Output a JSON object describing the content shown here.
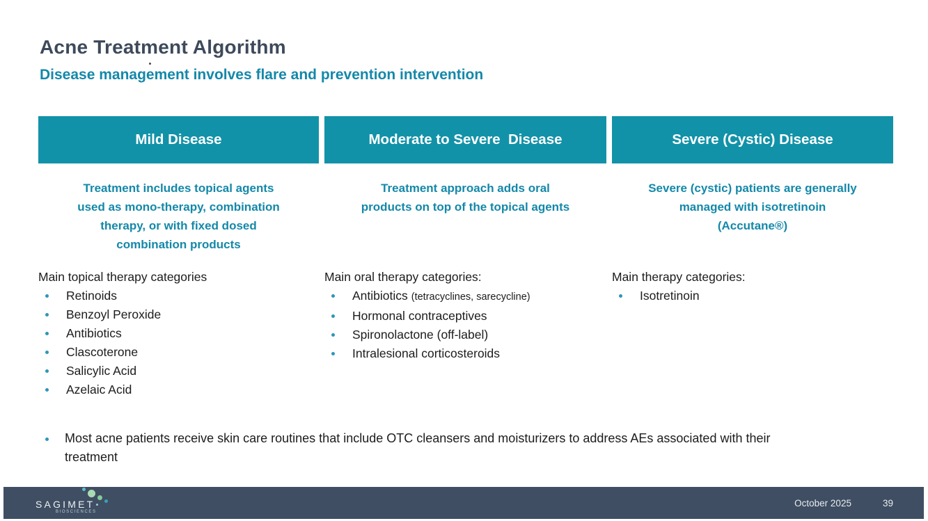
{
  "slide": {
    "title": "Acne Treatment Algorithm",
    "subtitle": "Disease management involves flare and prevention intervention"
  },
  "columns": [
    {
      "header": "Mild Disease",
      "description_lines": [
        "Treatment includes topical agents",
        "used as mono-therapy, combination",
        "therapy, or with fixed dosed",
        "combination products"
      ],
      "list_heading": "Main topical therapy categories",
      "items": [
        {
          "text": "Retinoids"
        },
        {
          "text": "Benzoyl Peroxide"
        },
        {
          "text": "Antibiotics"
        },
        {
          "text": "Clascoterone"
        },
        {
          "text": "Salicylic Acid"
        },
        {
          "text": "Azelaic Acid"
        }
      ]
    },
    {
      "header": "Moderate to Severe  Disease",
      "description_lines": [
        "Treatment approach adds oral",
        "products on top of the topical agents"
      ],
      "list_heading": "Main oral therapy categories:",
      "items": [
        {
          "text": "Antibiotics",
          "note": "(tetracyclines, sarecycline)"
        },
        {
          "text": "Hormonal contraceptives"
        },
        {
          "text": "Spironolactone (off-label)"
        },
        {
          "text": "Intralesional corticosteroids"
        }
      ]
    },
    {
      "header": "Severe (Cystic) Disease",
      "description_lines": [
        "Severe (cystic) patients are generally",
        "managed with isotretinoin",
        "(Accutane®)"
      ],
      "list_heading": "Main therapy categories:",
      "items": [
        {
          "text": "Isotretinoin"
        }
      ]
    }
  ],
  "footnote": "Most acne patients receive skin care routines that include OTC cleansers and moisturizers to address AEs associated with their treatment",
  "footer": {
    "logo_text": "SAGIMET",
    "logo_subtext": "BIOSCIENCES",
    "date": "October 2025",
    "page_number": "39"
  },
  "colors": {
    "teal_header_bg": "#1292a8",
    "teal_text": "#1488a9",
    "title_color": "#3e4a5b",
    "body_text": "#1c1c1c",
    "bullet_color": "#2e96b8",
    "footer_bg": "#3f4e63"
  }
}
